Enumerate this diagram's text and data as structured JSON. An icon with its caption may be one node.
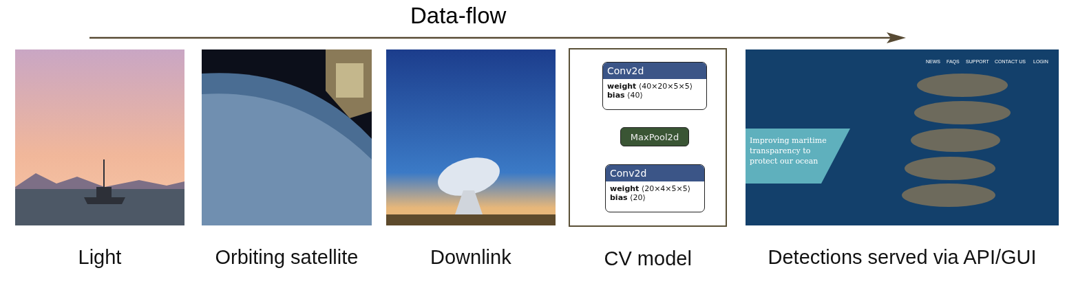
{
  "diagram": {
    "nodes": [
      {
        "text": [],
        "shape": "picture",
        "beside": [
          "Light"
        ]
      },
      {
        "text": [],
        "shape": "picture",
        "beside": [
          "Orbiting satellite"
        ]
      },
      {
        "text": [],
        "shape": "picture",
        "beside": [
          "Downlink"
        ]
      },
      {
        "text": [],
        "shape": "box",
        "beside": [
          "CV model"
        ]
      },
      {
        "text": [
          "Conv2d",
          "**weight** ⟨40×20×5×5⟩",
          "**bias** ⟨40⟩"
        ],
        "in": 3
      },
      {
        "text": [
          "MaxPool2d"
        ],
        "in": 3
      },
      {
        "text": [
          "Conv2d",
          "**weight** ⟨20×4×5×5⟩",
          "**bias** ⟨20⟩"
        ],
        "in": 3
      },
      {
        "text": [],
        "shape": "picture",
        "beside": [
          "Detections served via API/GUI"
        ]
      },
      {
        "text": [
          "Improving maritime transparency to protect our ocean"
        ],
        "in": 7
      }
    ],
    "labels": [
      "Data-flow",
      "NEWS",
      "FAQS",
      "SUPPORT",
      "CONTACT US",
      "LOGIN"
    ]
  }
}
